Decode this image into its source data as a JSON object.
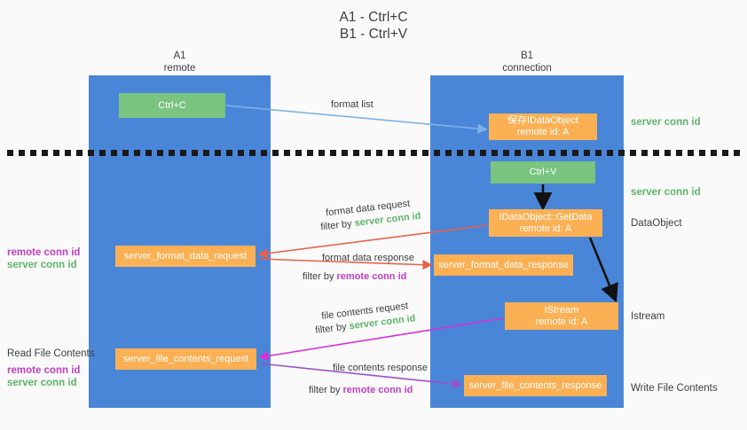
{
  "title": {
    "line1": "A1 - Ctrl+C",
    "line2": "B1 - Ctrl+V"
  },
  "columns": [
    {
      "name": "A1",
      "sub": "remote"
    },
    {
      "name": "B1",
      "sub": "connection"
    }
  ],
  "colors": {
    "lane": "#4a86d8",
    "green_node": "#79c47f",
    "orange_node": "#fcb054",
    "server_conn": "#5eb36b",
    "remote_conn": "#c03fc0",
    "background": "#fafafa",
    "arrow_blue": "#7fb2e5",
    "arrow_red": "#e8614d",
    "arrow_magenta": "#d82fd8",
    "arrow_purple": "#9b51c9",
    "arrow_black": "#111111"
  },
  "nodes": {
    "ctrl_c": {
      "label": "Ctrl+C"
    },
    "idataobject": {
      "line1": "保存IDataObject",
      "line2": "remote id: A"
    },
    "ctrl_v": {
      "label": "Ctrl+V"
    },
    "getdata": {
      "line1": "IDataObject::GetData",
      "line2": "remote id: A"
    },
    "server_format_data_request": {
      "label": "server_format_data_request"
    },
    "server_format_data_response": {
      "label": "server_format_data_response"
    },
    "istream": {
      "line1": "IStream",
      "line2": "remote id: A"
    },
    "server_file_contents_request": {
      "label": "server_file_contents_request"
    },
    "server_file_contents_response": {
      "label": "server_file_contents_response"
    }
  },
  "edge_captions": {
    "format_list": "format list",
    "format_data_request": "format data request",
    "format_data_request_filter_prefix": "filter by ",
    "format_data_request_filter_key": "server conn id",
    "format_data_response": "format data response",
    "format_data_response_filter_prefix": "filter by ",
    "format_data_response_filter_key": "remote conn id",
    "file_contents_request": "file contents request",
    "file_contents_request_filter_prefix": "filter by ",
    "file_contents_request_filter_key": "server conn id",
    "file_contents_response": "file contents response",
    "file_contents_response_filter_prefix": "filter by ",
    "file_contents_response_filter_key": "remote conn id"
  },
  "side_labels": {
    "server_conn_id_top": "server conn id",
    "server_conn_id_mid": "server conn id",
    "dataobject": "DataObject",
    "istream": "Istream",
    "write_file_contents": "Write File Contents",
    "read_file_contents": "Read File Contents",
    "remote_conn_id": "remote conn id",
    "server_conn_id": "server conn id"
  }
}
